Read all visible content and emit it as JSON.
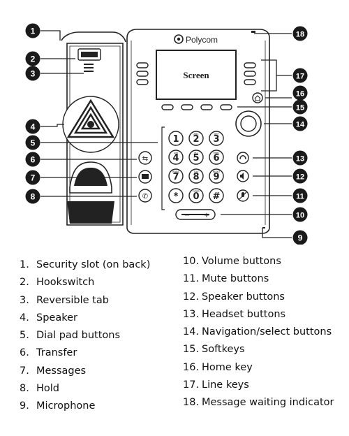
{
  "diagram": {
    "brand": "Polycom",
    "screen_label": "Screen",
    "callouts": [
      {
        "id": "1",
        "label": "1"
      },
      {
        "id": "2",
        "label": "2"
      },
      {
        "id": "3",
        "label": "3"
      },
      {
        "id": "4",
        "label": "4"
      },
      {
        "id": "5",
        "label": "5"
      },
      {
        "id": "6",
        "label": "6"
      },
      {
        "id": "7",
        "label": "7"
      },
      {
        "id": "8",
        "label": "8"
      },
      {
        "id": "9",
        "label": "9"
      },
      {
        "id": "10",
        "label": "10"
      },
      {
        "id": "11",
        "label": "11"
      },
      {
        "id": "12",
        "label": "12"
      },
      {
        "id": "13",
        "label": "13"
      },
      {
        "id": "14",
        "label": "14"
      },
      {
        "id": "15",
        "label": "15"
      },
      {
        "id": "16",
        "label": "16"
      },
      {
        "id": "17",
        "label": "17"
      },
      {
        "id": "18",
        "label": "18"
      }
    ],
    "keypad": [
      {
        "digit": "1",
        "sub": ""
      },
      {
        "digit": "2",
        "sub": "ABC"
      },
      {
        "digit": "3",
        "sub": "DEF"
      },
      {
        "digit": "4",
        "sub": "GHI"
      },
      {
        "digit": "5",
        "sub": "JKL"
      },
      {
        "digit": "6",
        "sub": "MNO"
      },
      {
        "digit": "7",
        "sub": "PQRS"
      },
      {
        "digit": "8",
        "sub": "TUV"
      },
      {
        "digit": "9",
        "sub": "WXYZ"
      },
      {
        "digit": "*",
        "sub": ""
      },
      {
        "digit": "0",
        "sub": "OPER"
      },
      {
        "digit": "#",
        "sub": ""
      }
    ],
    "volume_minus": "−",
    "volume_plus": "+"
  },
  "legend": {
    "left": [
      {
        "num": "1.",
        "text": "Security slot (on back)"
      },
      {
        "num": "2.",
        "text": "Hookswitch"
      },
      {
        "num": "3.",
        "text": "Reversible tab"
      },
      {
        "num": "4.",
        "text": "Speaker"
      },
      {
        "num": "5.",
        "text": "Dial pad buttons"
      },
      {
        "num": "6.",
        "text": "Transfer"
      },
      {
        "num": "7.",
        "text": "Messages"
      },
      {
        "num": "8.",
        "text": "Hold"
      },
      {
        "num": "9.",
        "text": "Microphone"
      }
    ],
    "right": [
      {
        "num": "10.",
        "text": "Volume buttons"
      },
      {
        "num": "11.",
        "text": "Mute buttons"
      },
      {
        "num": "12.",
        "text": "Speaker buttons"
      },
      {
        "num": "13.",
        "text": "Headset buttons"
      },
      {
        "num": "14.",
        "text": "Navigation/select buttons"
      },
      {
        "num": "15.",
        "text": "Softkeys"
      },
      {
        "num": "16.",
        "text": "Home key"
      },
      {
        "num": "17.",
        "text": "Line keys"
      },
      {
        "num": "18.",
        "text": "Message waiting indicator"
      }
    ]
  }
}
